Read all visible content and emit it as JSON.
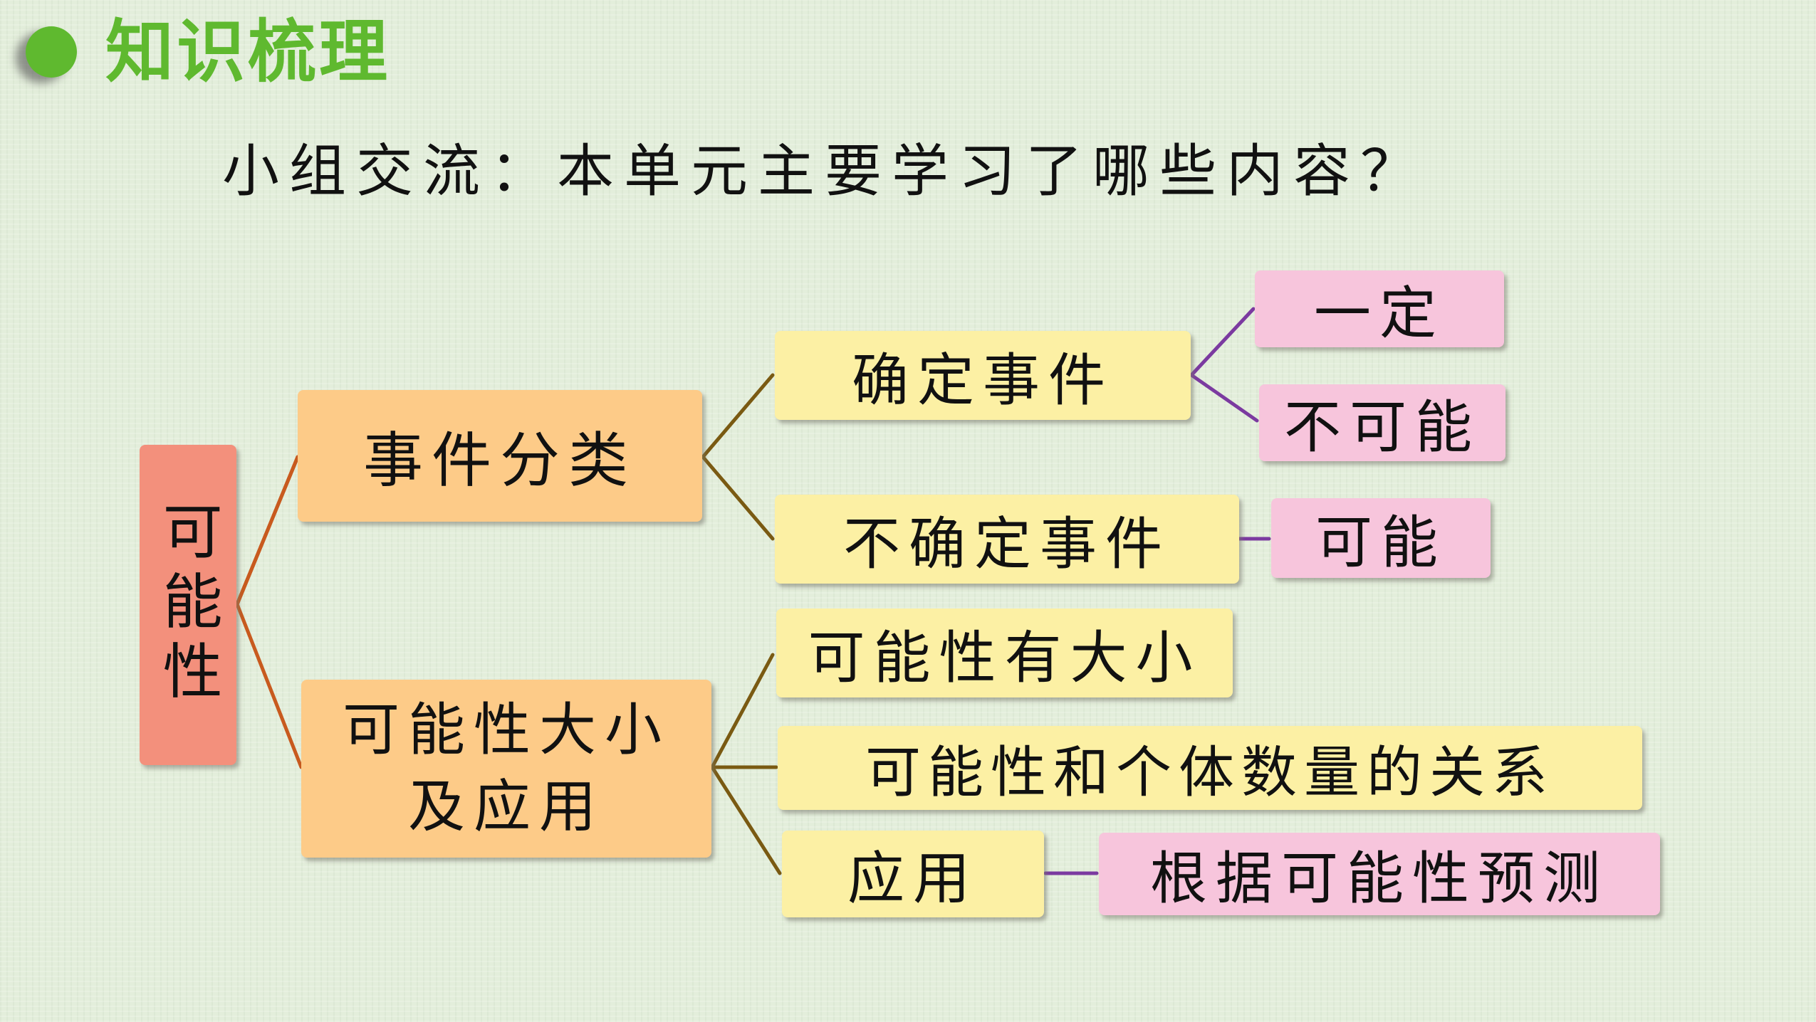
{
  "header": {
    "title": "知识梳理",
    "accent": "#5fb92f"
  },
  "question": "小组交流：本单元主要学习了哪些内容？",
  "mindmap": {
    "root": "可能性",
    "branch_event": "事件分类",
    "branch_size": "可能性大小及应用",
    "branch_size_line1": "可能性大小",
    "branch_size_line2": "及应用",
    "certain": "确定事件",
    "certain_yes": "一定",
    "certain_no": "不可能",
    "uncertain": "不确定事件",
    "uncertain_leaf": "可能",
    "size": "可能性有大小",
    "relation": "可能性和个体数量的关系",
    "application": "应用",
    "application_leaf": "根据可能性预测"
  },
  "colors": {
    "root_fill": "#f3907c",
    "level1_fill": "#fdcb88",
    "level2_fill": "#fcf0a4",
    "leaf_fill": "#f7c5dc",
    "line_root": "#c85a1e",
    "line_level1": "#7a5a12",
    "line_leaf": "#7b3aa0"
  }
}
